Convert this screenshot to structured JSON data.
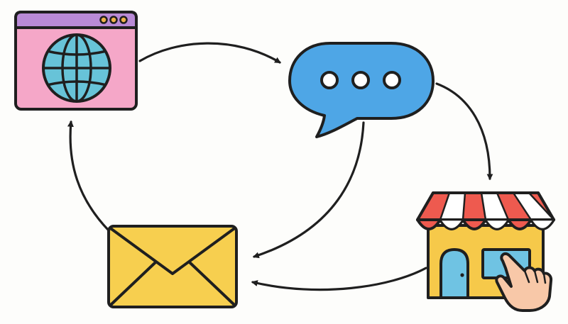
{
  "diagram": {
    "nodes": [
      {
        "id": "website",
        "icon": "globe-browser-icon"
      },
      {
        "id": "chat",
        "icon": "speech-bubble-icon"
      },
      {
        "id": "store",
        "icon": "storefront-icon"
      },
      {
        "id": "email",
        "icon": "envelope-icon"
      }
    ],
    "edges": [
      {
        "from": "website",
        "to": "chat"
      },
      {
        "from": "chat",
        "to": "store"
      },
      {
        "from": "chat",
        "to": "email"
      },
      {
        "from": "store",
        "to": "email"
      },
      {
        "from": "email",
        "to": "website"
      }
    ],
    "colors": {
      "outline": "#1f1f1f",
      "browser_bar": "#b98ad6",
      "browser_body": "#f5a7c8",
      "window_dots": "#f0b24a",
      "globe": "#67c3d8",
      "chat_bubble": "#4ea6e6",
      "awning_red": "#ee5a4f",
      "awning_white": "#ffffff",
      "shop_wall": "#f6c94a",
      "shop_door": "#6fc3e3",
      "hand_skin": "#f8c8a8",
      "envelope": "#f7cf4f"
    }
  }
}
